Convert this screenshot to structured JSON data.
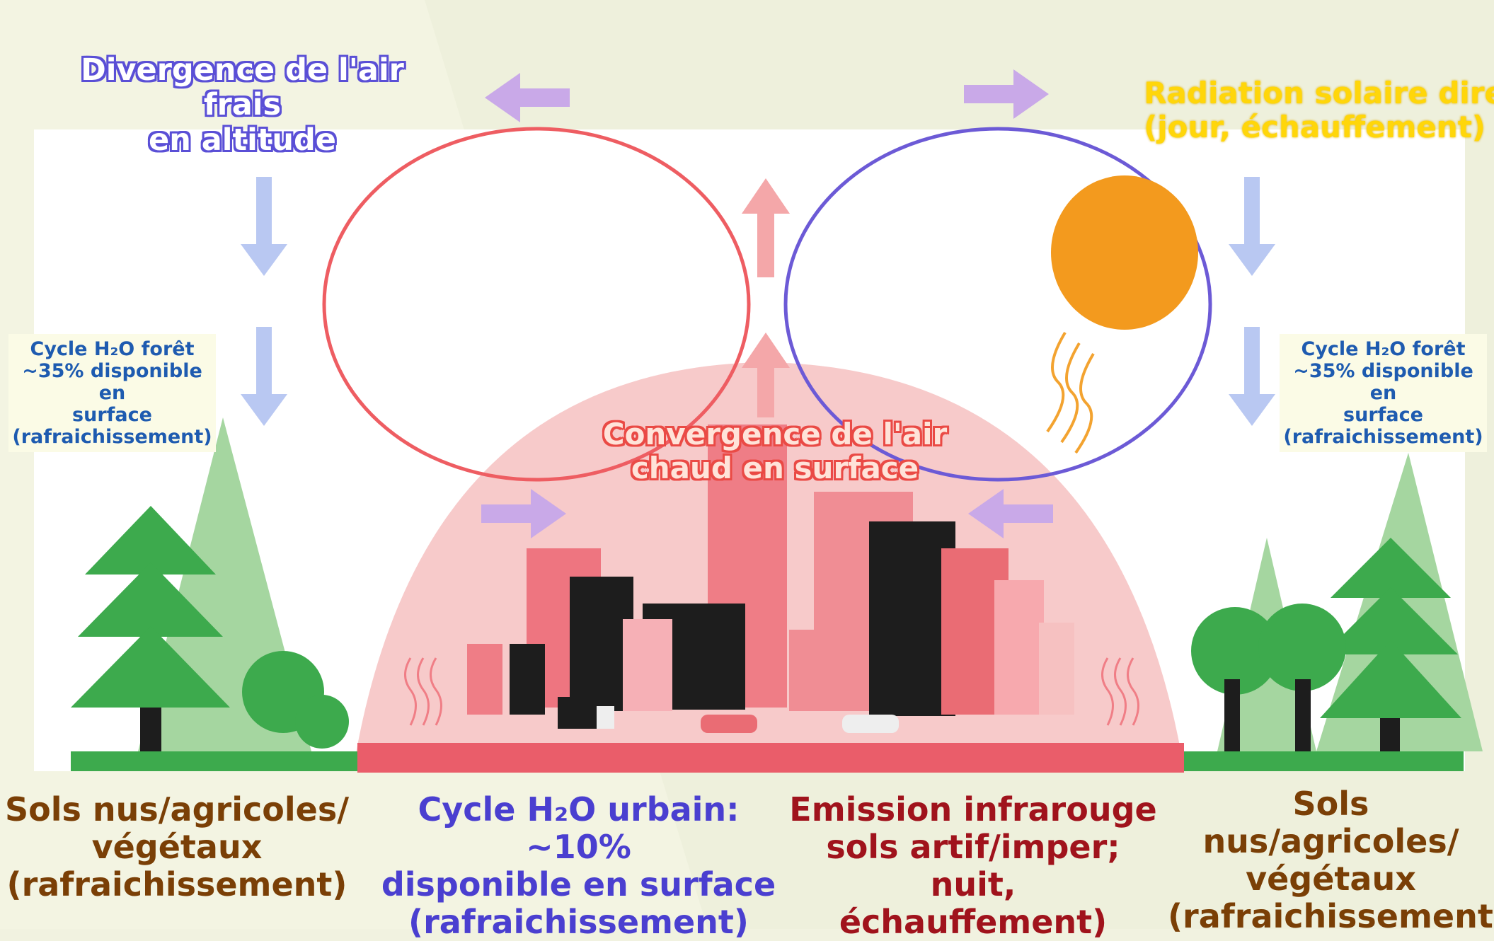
{
  "labels": {
    "divergence": [
      "Divergence de l'air frais",
      "en altitude"
    ],
    "radiation": [
      "Radiation solaire direct",
      "(jour, échauffement)"
    ],
    "convergence": [
      "Convergence de l'air",
      "chaud en surface"
    ],
    "cycle_forest_left": [
      "Cycle H₂O forêt",
      "~35% disponible en",
      "surface",
      "(rafraichissement)"
    ],
    "cycle_forest_right": [
      "Cycle H₂O forêt",
      "~35% disponible en",
      "surface",
      "(rafraichissement)"
    ],
    "soils_left": [
      "Sols nus/agricoles/",
      "végétaux",
      "(rafraichissement)"
    ],
    "urban_cycle": [
      "Cycle H₂O urbain: ~10%",
      "disponible en surface",
      "(rafraichissement)"
    ],
    "infrared": [
      "Emission infrarouge",
      "sols artif/imper; nuit,",
      "échauffement)"
    ],
    "soils_right": [
      "Sols nus/agricoles/",
      "végétaux",
      "(rafraichissement)"
    ]
  },
  "colors": {
    "background": "#f1f2e0",
    "dome": "#f4b3b3",
    "loop_warm": "#ef5b5b",
    "loop_cool": "#6a5ad8",
    "sun": "#f39a1e",
    "tree_dark": "#3daa4d",
    "tree_light": "#92cf8c",
    "building_pink": "#ea6c74",
    "building_dark": "#1d1d1d"
  },
  "icons": [
    "sun-icon",
    "heat-wave-icon",
    "tree-icon",
    "building-icon",
    "car-icon",
    "truck-icon",
    "arrow-icon"
  ]
}
